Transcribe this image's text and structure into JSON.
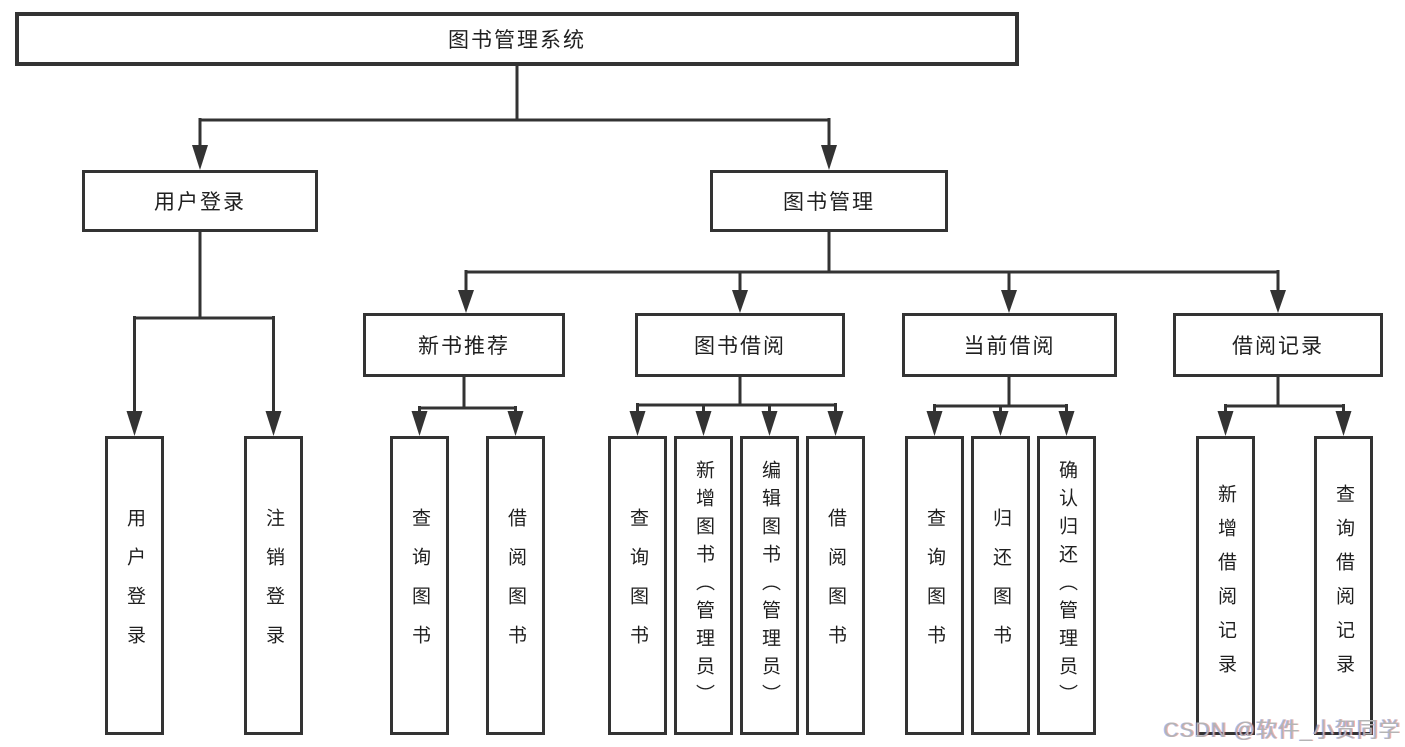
{
  "colors": {
    "background": "#ffffff",
    "line": "#333333",
    "text": "#1f1f1f",
    "watermark": "#b4b4b4"
  },
  "root": {
    "label": "图书管理系统"
  },
  "level2": {
    "user_login": {
      "label": "用户登录"
    },
    "book_management": {
      "label": "图书管理"
    }
  },
  "level3": {
    "new_book_recommend": {
      "label": "新书推荐"
    },
    "book_borrowing": {
      "label": "图书借阅"
    },
    "current_borrowing": {
      "label": "当前借阅"
    },
    "borrowing_records": {
      "label": "借阅记录"
    }
  },
  "leaves": [
    {
      "label": "用户登录"
    },
    {
      "label": "注销登录"
    },
    {
      "label": "查询图书"
    },
    {
      "label": "借阅图书"
    },
    {
      "label": "查询图书"
    },
    {
      "label": "新增图书（管理员）"
    },
    {
      "label": "编辑图书（管理员）"
    },
    {
      "label": "借阅图书"
    },
    {
      "label": "查询图书"
    },
    {
      "label": "归还图书"
    },
    {
      "label": "确认归还（管理员）"
    },
    {
      "label": "新增借阅记录"
    },
    {
      "label": "查询借阅记录"
    }
  ],
  "watermark": {
    "text": "CSDN @软件_小贺同学"
  }
}
